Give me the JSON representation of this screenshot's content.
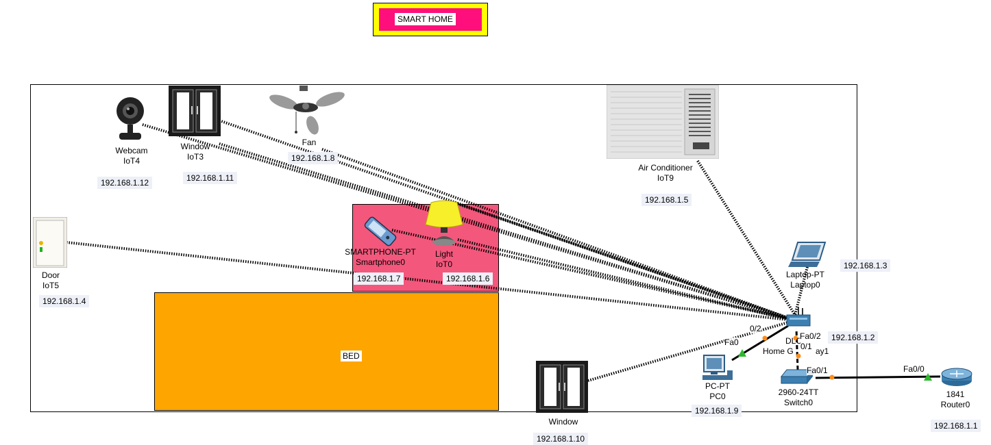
{
  "title": "SMART HOME",
  "bed_label": "BED",
  "devices": {
    "webcam": {
      "type": "Webcam",
      "name": "IoT4",
      "ip": "192.168.1.12",
      "icon": "webcam-icon"
    },
    "window3": {
      "type": "Window",
      "name": "IoT3",
      "ip": "192.168.1.11",
      "icon": "window-icon"
    },
    "fan": {
      "type": "Fan",
      "name": "",
      "ip": "192.168.1.8",
      "icon": "ceiling-fan-icon"
    },
    "ac": {
      "type": "Air Conditioner",
      "name": "IoT9",
      "ip": "192.168.1.5",
      "icon": "air-conditioner-icon"
    },
    "door": {
      "type": "Door",
      "name": "IoT5",
      "ip": "192.168.1.4",
      "icon": "door-icon"
    },
    "smartphone": {
      "type": "SMARTPHONE-PT",
      "name": "Smartphone0",
      "ip": "192.168.1.7",
      "icon": "smartphone-icon"
    },
    "light": {
      "type": "Light",
      "name": "IoT0",
      "ip": "192.168.1.6",
      "icon": "lamp-icon"
    },
    "laptop": {
      "type": "Laptop-PT",
      "name": "Laptop0",
      "ip": "192.168.1.3",
      "icon": "laptop-icon"
    },
    "gateway": {
      "type": "DLC",
      "name": "Home G",
      "name_tail": "ay1",
      "ip": "192.168.1.2",
      "icon": "home-gateway-icon"
    },
    "pc": {
      "type": "PC-PT",
      "name": "PC0",
      "ip": "192.168.1.9",
      "icon": "pc-icon"
    },
    "switch": {
      "type": "2960-24TT",
      "name": "Switch0",
      "icon": "switch-icon"
    },
    "router": {
      "type": "1841",
      "name": "Router0",
      "ip": "192.168.1.1",
      "icon": "router-icon"
    },
    "window10": {
      "type": "Window",
      "name": "",
      "ip": "192.168.1.10",
      "icon": "window-icon"
    }
  },
  "ports": {
    "pc_fa0": "Fa0",
    "gw_02_left": "0/2",
    "gw_fa02": "Fa0/2",
    "gw_01": "0/1",
    "sw_fa01": "Fa0/1",
    "rt_fa00": "Fa0/0"
  },
  "colors": {
    "title_frame": "#ffff00",
    "title_fill": "#ff0f7b",
    "light_zone": "#f4577c",
    "bed": "#ffa500",
    "link_up": "#2eb82e",
    "link_pending": "#ff8c1a"
  }
}
